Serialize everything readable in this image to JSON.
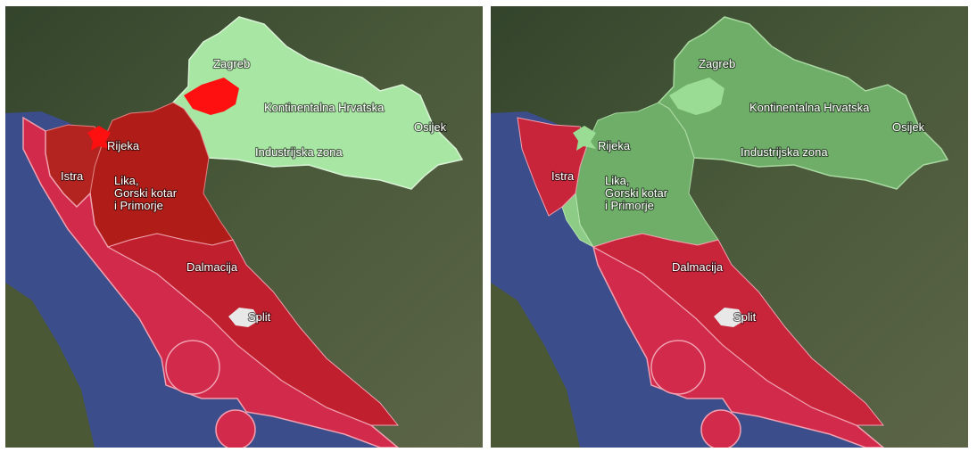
{
  "maps": [
    {
      "id": "left",
      "labels": {
        "zagreb": "Zagreb",
        "kontinentalna": "Kontinentalna Hrvatska",
        "osijek": "Osijek",
        "industrijska": "Industrijska zona",
        "rijeka": "Rijeka",
        "istra": "Istra",
        "lika_1": "Lika,",
        "lika_2": "Gorski kotar",
        "lika_3": "i Primorje",
        "dalmacija": "Dalmacija",
        "split": "Split"
      },
      "colors": {
        "continental": "#a8e6a3",
        "istra": "#b3231f",
        "lika": "#b01d18",
        "dalmacija": "#c8243a",
        "coastal_sea": "#d12a4a",
        "zagreb_city": "#ff1010",
        "rijeka_city": "#ff1010"
      }
    },
    {
      "id": "right",
      "labels": {
        "zagreb": "Zagreb",
        "kontinentalna": "Kontinentalna Hrvatska",
        "osijek": "Osijek",
        "industrijska": "Industrijska zona",
        "rijeka": "Rijeka",
        "istra": "Istra",
        "lika_1": "Lika,",
        "lika_2": "Gorski kotar",
        "lika_3": "i Primorje",
        "dalmacija": "Dalmacija",
        "split": "Split"
      },
      "colors": {
        "continental": "#6fae68",
        "istra": "#c8243a",
        "lika": "#6fae68",
        "dalmacija": "#c8243a",
        "coastal_sea": "#d12a4a",
        "zagreb_city": "#9bdc95",
        "rijeka_city": "#9bdc95"
      }
    }
  ]
}
